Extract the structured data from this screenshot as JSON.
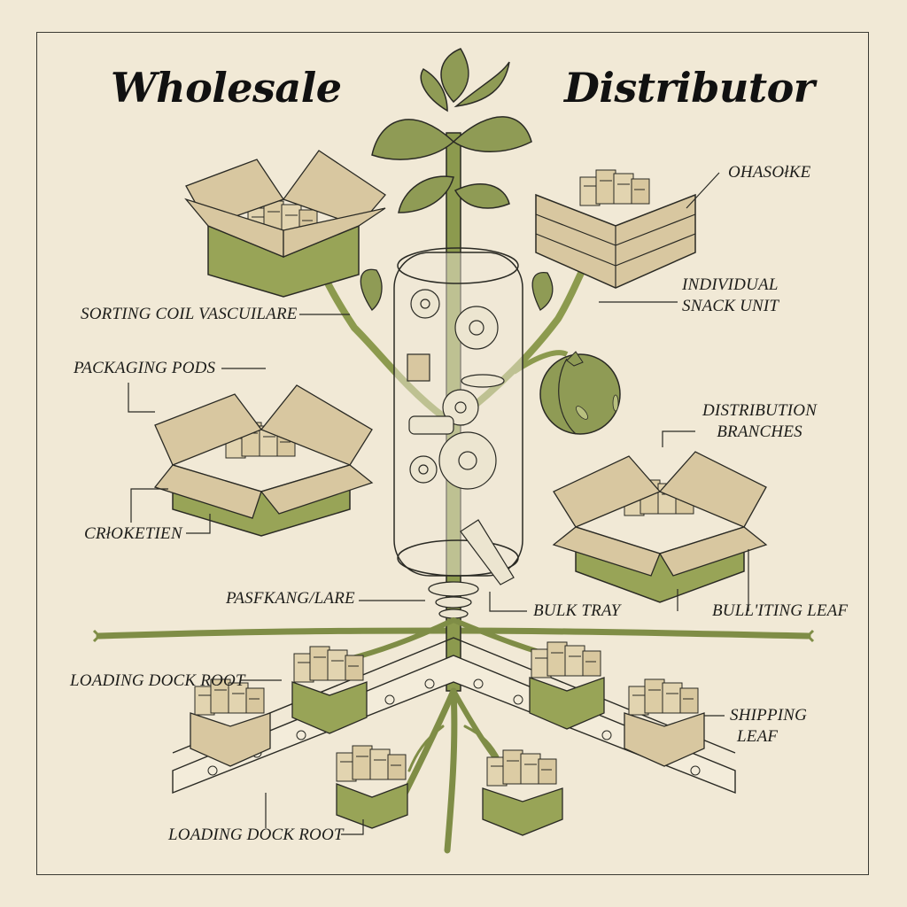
{
  "title": {
    "left": "Wholesale",
    "right": "Distributor"
  },
  "colors": {
    "background": "#f1e9d6",
    "stem_green": "#8c9a4e",
    "leaf_green": "#8f9b55",
    "box_kraft": "#d8c7a0",
    "box_green": "#98a457",
    "ink": "#2a2a24"
  },
  "labels": {
    "top_right_crate": "OHASOłKE",
    "individual_snack_unit": [
      "INDIVIDUAL",
      "SNACK UNIT"
    ],
    "sorting_coil": "SORTING COIL VASCUILARE",
    "packaging_pods": "PACKAGING PODS",
    "distribution_branches": [
      "DISTRIBUTION",
      "BRANCHES"
    ],
    "crioketien": "CRłOKETIEN",
    "pasfkangulare": "PASFKANG/LARE",
    "bulk_tray": "BULK TRAY",
    "bullting_leaf": "BULL'ITING LEAF",
    "loading_dock_root_top": "LOADING DOCK ROOT",
    "shipping_leaf": [
      "SHIPPING",
      "LEAF"
    ],
    "loading_dock_root_bottom": "LOADING DOCK ROOT"
  },
  "illustration": {
    "central_element": "glass cylinder with gears, pulleys and bulk tray on green stem",
    "boxes": [
      "open cardboard box with snacks (top-left)",
      "wooden crate with snacks (top-right)",
      "open box with snacks (mid-left)",
      "open box with snacks (mid-right)"
    ],
    "fruit": "green round fruit on right branch",
    "conveyor": "V-shaped conveyor belt with six boxes/crates",
    "roots": "branching roots below ground line"
  }
}
